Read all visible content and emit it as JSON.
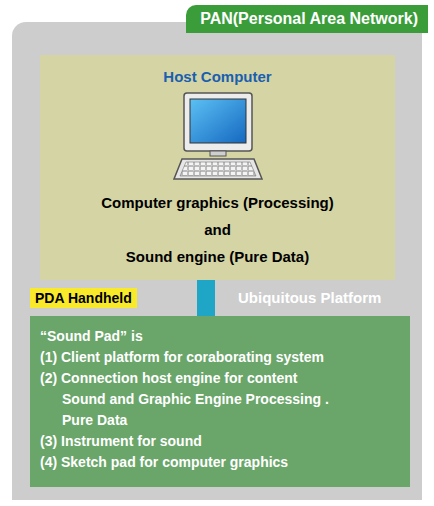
{
  "diagram": {
    "nodes": [
      {
        "text": [
          "PAN(Personal Area Network)"
        ]
      },
      {
        "text": [
          "Host Computer",
          "Computer graphics (Processing)",
          "and",
          "Sound engine (Pure Data)"
        ],
        "in": 0
      },
      {
        "text": [
          "PDA Handheld",
          "Ubiquitous Platform",
          "“Sound Pad” is",
          "(1) Client platform for coraborating system",
          "(2) Connection host engine for content Sound and Graphic Engine Processing . Pure Data",
          "(3) Instrument for sound",
          "(4) Sketch pad for computer graphics"
        ],
        "in": 0
      }
    ],
    "edges": [
      {
        "from": 1,
        "to": 2,
        "arrow": "none"
      }
    ]
  }
}
